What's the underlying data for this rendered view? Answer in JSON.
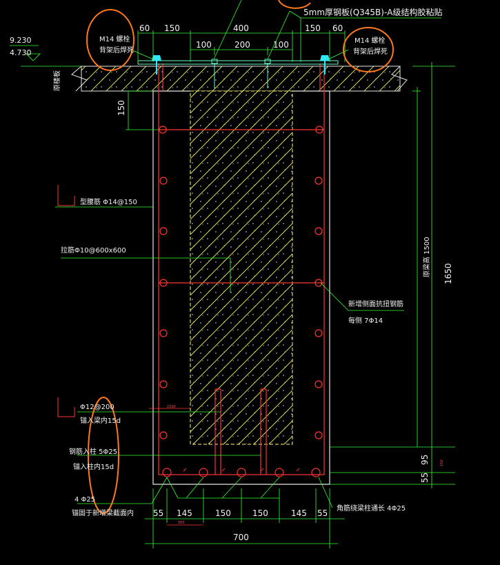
{
  "colors": {
    "background": "#000000",
    "concrete_outline": "#e8e8e8",
    "hatch": "#ffff66",
    "rebar": "#ff3333",
    "dimension": "#33ff33",
    "text": "#f2f2f2",
    "annotation_circle": "#ff7a1a",
    "bolt": "#33e6ff",
    "plate": "#66ffcc"
  },
  "title_note": "5mm厚钢板(Q345B)-A级结构胶粘贴",
  "elevations": [
    "9.230",
    "4.730"
  ],
  "side_label": "原楼板",
  "bolt_notes": {
    "left": [
      "M14 螺栓",
      "背架后焊死"
    ],
    "right": [
      "M14 螺栓",
      "背架后焊死"
    ]
  },
  "top_dims": [
    "60",
    "150",
    "400",
    "150",
    "60"
  ],
  "inner_dims": [
    "100",
    "200",
    "100"
  ],
  "left_dim": "150",
  "rebar_notes": {
    "waist": "型腰筋 Φ14@150",
    "tie": "拉筋Φ10@600x600",
    "side_rebar": [
      "新增侧面抗扭钢筋",
      "每侧 7Φ14"
    ],
    "stirrup": [
      "Φ12@200",
      "锚入梁内15d"
    ],
    "bottom_bar": [
      "钢筋入柱 5Φ25",
      "锚入柱内15d"
    ],
    "bottom_left": [
      "4 Φ25",
      "锚固于新增梁截面内"
    ],
    "corner": "角筋绕梁柱通长 4Φ25",
    "red_tag": "1500",
    "bottom_tag": "300"
  },
  "right_dims": {
    "height_inner": "原梁高 1500",
    "height_total": "1650",
    "d95": "95",
    "d55": "55",
    "small_tag": "150"
  },
  "bottom_dims": [
    "55",
    "145",
    "150",
    "150",
    "145",
    "55"
  ],
  "total_width": "700"
}
